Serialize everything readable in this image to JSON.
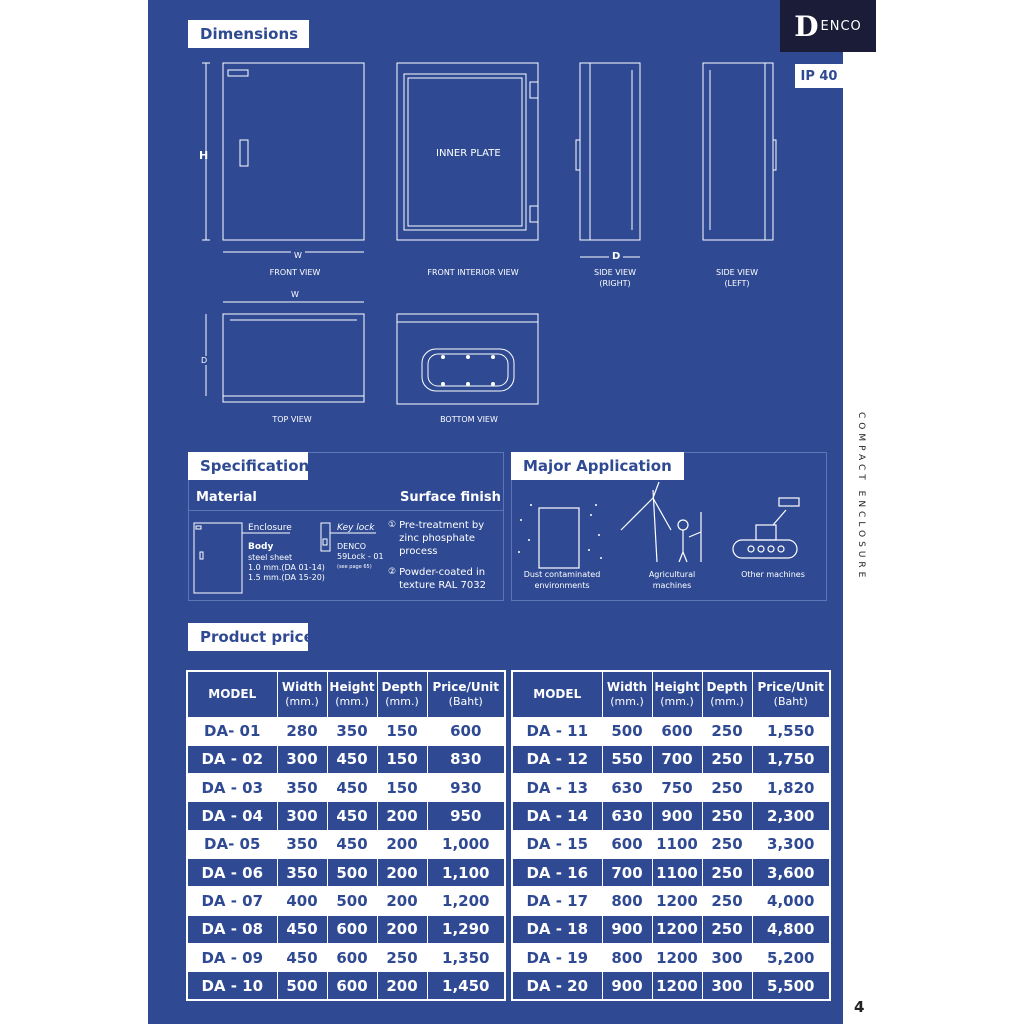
{
  "brand": {
    "logo_text": "DENCO",
    "ip_rating": "IP 40",
    "side_label": "COMPACT ENCLOSURE",
    "page_number": "4"
  },
  "dimensions": {
    "title": "Dimensions",
    "labels": {
      "h": "H",
      "w": "W",
      "d": "D",
      "inner_plate": "INNER PLATE"
    },
    "views": {
      "front": "FRONT VIEW",
      "front_interior": "FRONT INTERIOR VIEW",
      "side_right": "SIDE VIEW\n(RIGHT)",
      "side_left": "SIDE VIEW\n(LEFT)",
      "top": "TOP VIEW",
      "bottom": "BOTTOM VIEW"
    }
  },
  "specification": {
    "title": "Specification",
    "material": "Material",
    "surface_finish": "Surface finish",
    "enclosure": "Enclosure",
    "body": "Body",
    "body_lines": [
      "steel sheet",
      "1.0 mm.(DA 01-14)",
      "1.5 mm.(DA 15-20)"
    ],
    "key_lock": "Key lock",
    "lock_lines": [
      "DENCO",
      "59Lock - 01"
    ],
    "lock_note": "(see page 65)",
    "finish": [
      "Pre-treatment by zinc phosphate process",
      "Powder-coated in texture RAL 7032"
    ]
  },
  "application": {
    "title": "Major Application",
    "items": [
      "Dust contaminated environments",
      "Agricultural machines",
      "Other machines"
    ]
  },
  "price": {
    "title": "Product price",
    "headers": [
      {
        "t": "MODEL",
        "u": ""
      },
      {
        "t": "Width",
        "u": "(mm.)"
      },
      {
        "t": "Height",
        "u": "(mm.)"
      },
      {
        "t": "Depth",
        "u": "(mm.)"
      },
      {
        "t": "Price/Unit",
        "u": "(Baht)"
      }
    ],
    "left": [
      [
        "DA- 01",
        "280",
        "350",
        "150",
        "600"
      ],
      [
        "DA - 02",
        "300",
        "450",
        "150",
        "830"
      ],
      [
        "DA - 03",
        "350",
        "450",
        "150",
        "930"
      ],
      [
        "DA - 04",
        "300",
        "450",
        "200",
        "950"
      ],
      [
        "DA- 05",
        "350",
        "450",
        "200",
        "1,000"
      ],
      [
        "DA - 06",
        "350",
        "500",
        "200",
        "1,100"
      ],
      [
        "DA - 07",
        "400",
        "500",
        "200",
        "1,200"
      ],
      [
        "DA - 08",
        "450",
        "600",
        "200",
        "1,290"
      ],
      [
        "DA - 09",
        "450",
        "600",
        "250",
        "1,350"
      ],
      [
        "DA - 10",
        "500",
        "600",
        "200",
        "1,450"
      ]
    ],
    "right": [
      [
        "DA - 11",
        "500",
        "600",
        "250",
        "1,550"
      ],
      [
        "DA - 12",
        "550",
        "700",
        "250",
        "1,750"
      ],
      [
        "DA - 13",
        "630",
        "750",
        "250",
        "1,820"
      ],
      [
        "DA - 14",
        "630",
        "900",
        "250",
        "2,300"
      ],
      [
        "DA - 15",
        "600",
        "1100",
        "250",
        "3,300"
      ],
      [
        "DA - 16",
        "700",
        "1100",
        "250",
        "3,600"
      ],
      [
        "DA - 17",
        "800",
        "1200",
        "250",
        "4,000"
      ],
      [
        "DA - 18",
        "900",
        "1200",
        "250",
        "4,800"
      ],
      [
        "DA - 19",
        "800",
        "1200",
        "300",
        "5,200"
      ],
      [
        "DA - 20",
        "900",
        "1200",
        "300",
        "5,500"
      ]
    ]
  }
}
